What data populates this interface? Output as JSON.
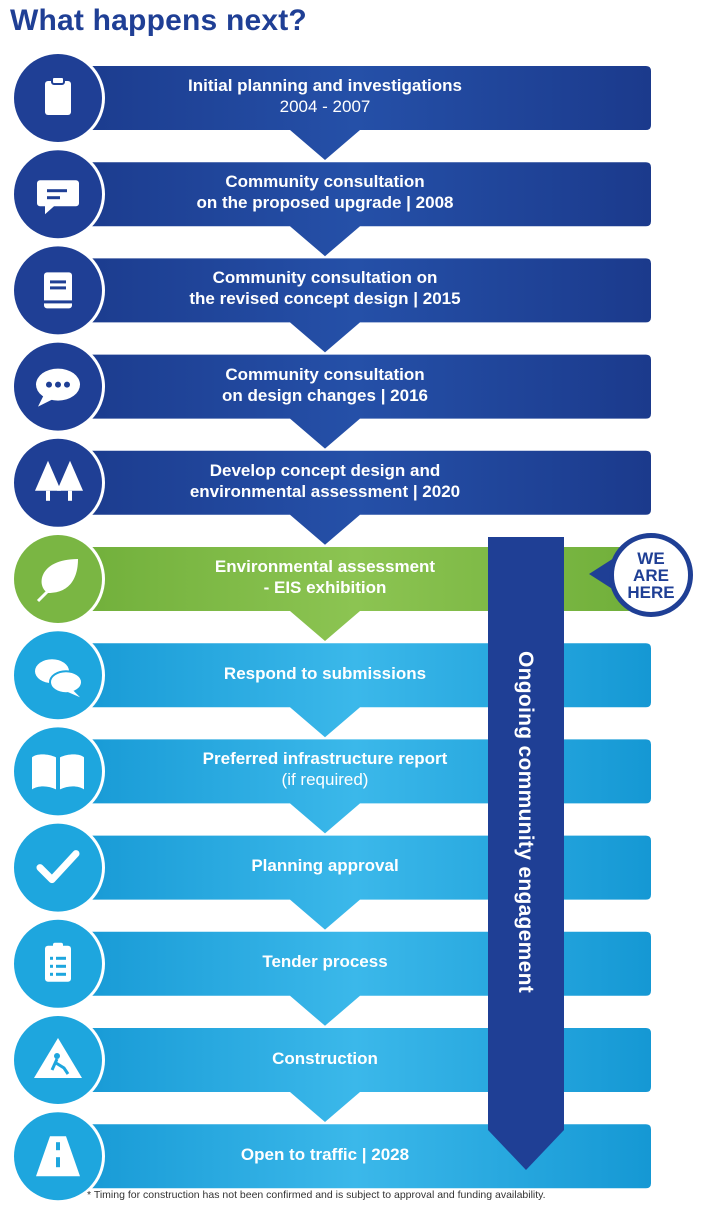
{
  "title": "What happens next?",
  "steps": [
    {
      "line1": "Initial planning and investigations",
      "line2": "2004 - 2007",
      "icon": "clipboard-icon",
      "status": "past"
    },
    {
      "line1": "Community consultation",
      "line2": "on the proposed upgrade | 2008",
      "icon": "message-icon",
      "status": "past"
    },
    {
      "line1": "Community consultation on",
      "line2": "the revised concept design | 2015",
      "icon": "book-icon",
      "status": "past"
    },
    {
      "line1": "Community consultation",
      "line2": "on design changes | 2016",
      "icon": "speech-bubble-icon",
      "status": "past"
    },
    {
      "line1": "Develop concept design and",
      "line2": "environmental assessment | 2020",
      "icon": "trees-icon",
      "status": "past"
    },
    {
      "line1": "Environmental assessment",
      "line2": "- EIS exhibition",
      "icon": "leaf-icon",
      "status": "current"
    },
    {
      "line1": "Respond to submissions",
      "line2": "",
      "icon": "chat-bubbles-icon",
      "status": "future"
    },
    {
      "line1": "Preferred infrastructure report",
      "line2": "(if required)",
      "icon": "open-book-icon",
      "status": "future"
    },
    {
      "line1": "Planning approval",
      "line2": "",
      "icon": "checkmark-icon",
      "status": "future"
    },
    {
      "line1": "Tender process",
      "line2": "",
      "icon": "checklist-icon",
      "status": "future"
    },
    {
      "line1": "Construction",
      "line2": "",
      "icon": "roadwork-sign-icon",
      "status": "future"
    },
    {
      "line1": "Open to traffic | 2028",
      "line2": "",
      "icon": "road-icon",
      "status": "future"
    }
  ],
  "ongoing_label": "Ongoing community engagement",
  "we_are_here": [
    "WE",
    "ARE",
    "HERE"
  ],
  "footnote": "* Timing for construction has not been confirmed and is subject to approval and funding availability.",
  "colors": {
    "past": "#1f3f95",
    "past_light": "#2a56b0",
    "current": "#7ab643",
    "current_light": "#8dc451",
    "future": "#1ea6de",
    "future_light": "#35b5e8",
    "ongoing": "#1f3f95"
  }
}
